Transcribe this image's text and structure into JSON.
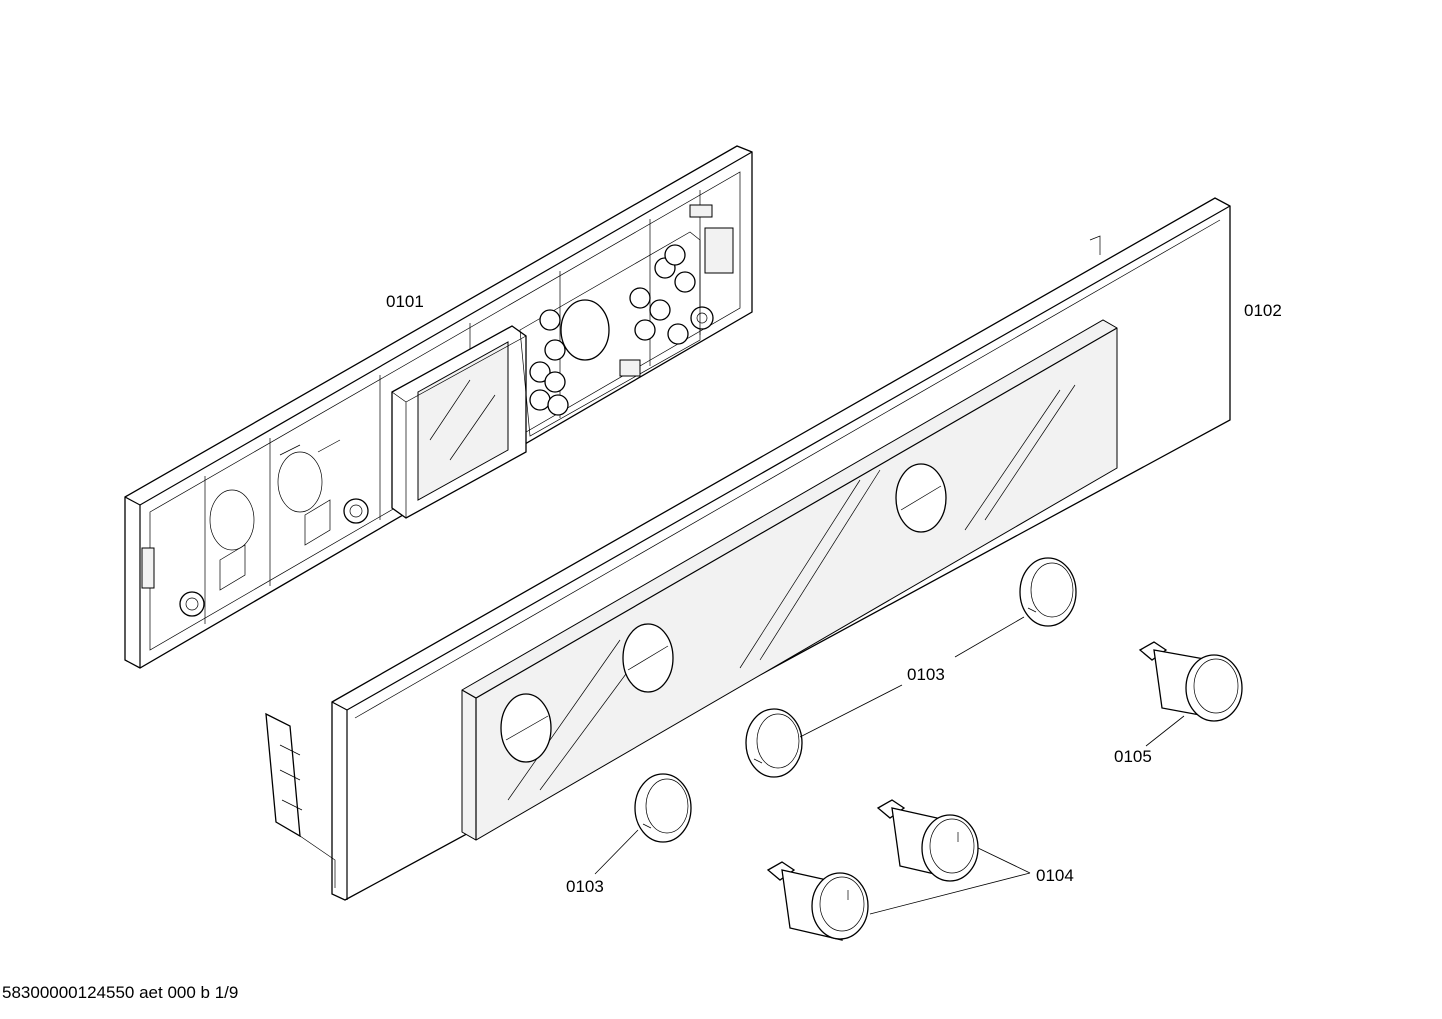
{
  "labels": {
    "frame": "0101",
    "panel": "0102",
    "ring_upper": "0103",
    "ring_lower": "0103",
    "knob_pair": "0104",
    "knob_single": "0105"
  },
  "footer": "58300000124550 aet 000 b 1/9"
}
